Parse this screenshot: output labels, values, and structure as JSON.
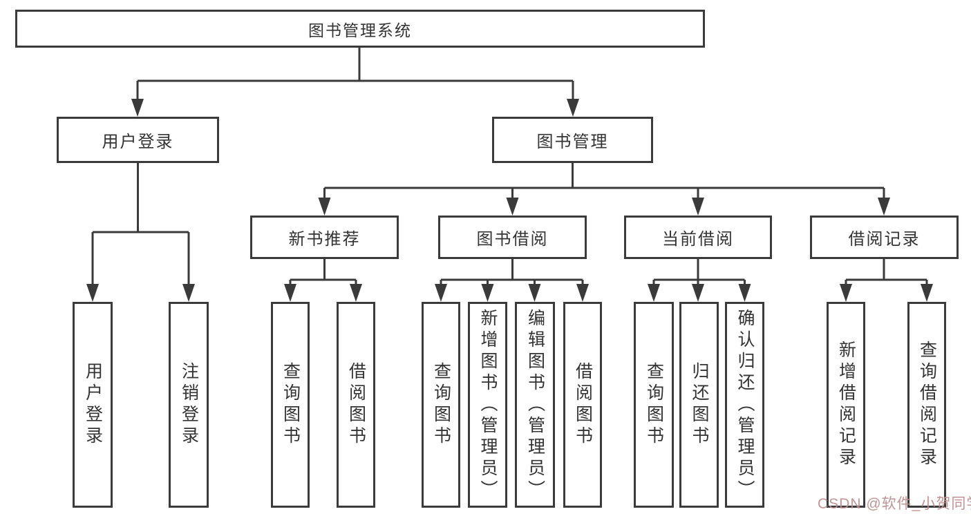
{
  "diagram": {
    "type": "hierarchy-tree",
    "title": "图书管理系统"
  },
  "tree": {
    "root": {
      "label": "图书管理系统"
    },
    "branches": [
      {
        "label": "用户登录",
        "children": [
          {
            "label": "用户登录"
          },
          {
            "label": "注销登录"
          }
        ]
      },
      {
        "label": "图书管理",
        "children": [
          {
            "label": "新书推荐",
            "children": [
              {
                "label": "查询图书"
              },
              {
                "label": "借阅图书"
              }
            ]
          },
          {
            "label": "图书借阅",
            "children": [
              {
                "label": "查询图书"
              },
              {
                "label": "新增图书（管理员）"
              },
              {
                "label": "编辑图书（管理员）"
              },
              {
                "label": "借阅图书"
              }
            ]
          },
          {
            "label": "当前借阅",
            "children": [
              {
                "label": "查询图书"
              },
              {
                "label": "归还图书"
              },
              {
                "label": "确认归还（管理员）"
              }
            ]
          },
          {
            "label": "借阅记录",
            "children": [
              {
                "label": "新增借阅记录"
              },
              {
                "label": "查询借阅记录"
              }
            ]
          }
        ]
      }
    ]
  },
  "colors": {
    "line": "#3a3a3a",
    "text": "#333333",
    "background": "#ffffff",
    "watermark": "#c08d8d"
  },
  "watermark": {
    "text": "CSDN @软件_小贺同学"
  }
}
